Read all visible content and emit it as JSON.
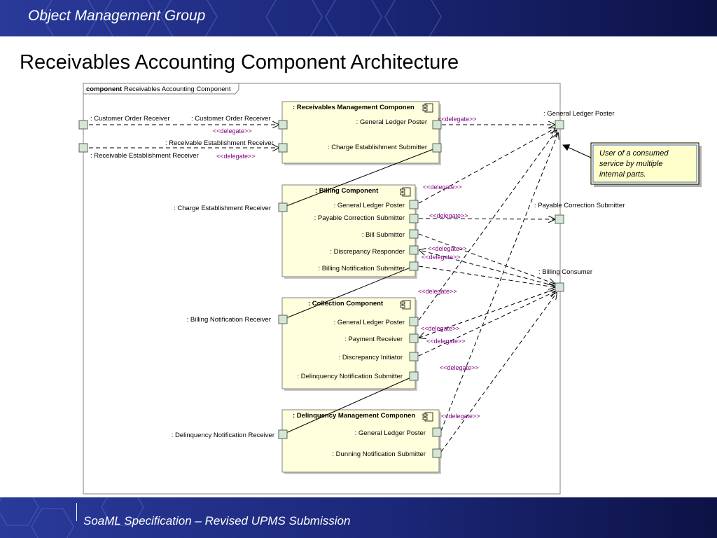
{
  "header": {
    "org": "Object Management Group"
  },
  "slide": {
    "title": "Receivables Accounting Component Architecture"
  },
  "footer": {
    "text": "SoaML Specification – Revised UPMS Submission"
  },
  "colors": {
    "banner": "#16206a",
    "component_fill": "#ffffdd",
    "port_fill": "#d6e6d6",
    "stereotype": "#800080",
    "note_fill": "#ffffcc"
  },
  "diagram": {
    "frame": {
      "keyword": "component",
      "name": "Receivables Accounting Component"
    },
    "outer_ports": {
      "customer_order_receiver": ": Customer Order Receiver",
      "receivable_establishment_receiver": ": Receivable Establishment Receiver",
      "general_ledger_poster": ": General Ledger Poster",
      "payable_correction_submitter": ": Payable Correction Submitter",
      "billing_consumer": ": Billing Consumer"
    },
    "components": {
      "receivables_management": {
        "title": ": Receivables Management Componen",
        "ports": {
          "customer_order_receiver": ": Customer Order Receiver",
          "receivable_establishment_receiver": ": Receivable Establishment Receiver",
          "general_ledger_poster": ": General Ledger Poster",
          "charge_establishment_submitter": ": Charge Establishment Submitter"
        }
      },
      "billing": {
        "title": ": Billing Component",
        "ports": {
          "charge_establishment_receiver": ": Charge Establishment Receiver",
          "general_ledger_poster": ": General Ledger Poster",
          "payable_correction_submitter": ": Payable Correction Submitter",
          "bill_submitter": ": Bill Submitter",
          "discrepancy_responder": ": Discrepancy Responder",
          "billing_notification_submitter": ": Billing Notification Submitter"
        }
      },
      "collection": {
        "title": ": Collection Component",
        "ports": {
          "billing_notification_receiver": ": Billing Notification Receiver",
          "general_ledger_poster": ": General Ledger Poster",
          "payment_receiver": ": Payment Receiver",
          "discrepancy_initiator": ": Discrepancy Initiator",
          "delinquency_notification_submitter": ": Delinquency Notification Submitter"
        }
      },
      "delinquency_management": {
        "title": ": Delinquency Management Componen",
        "ports": {
          "delinquency_notification_receiver": ": Delinquency Notification Receiver",
          "general_ledger_poster": ": General Ledger Poster",
          "dunning_notification_submitter": ": Dunning Notification Submitter"
        }
      }
    },
    "stereotype": "<<delegate>>",
    "note": {
      "lines": [
        "User of a consumed",
        "service by multiple",
        "internal parts."
      ]
    }
  }
}
